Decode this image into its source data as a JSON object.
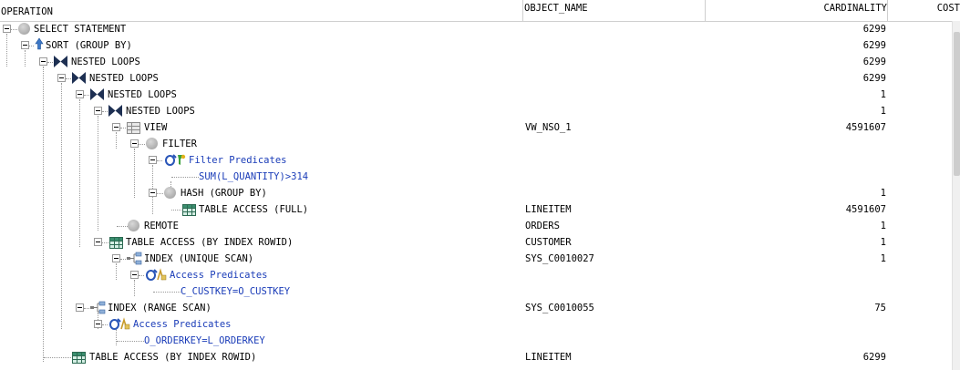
{
  "columns": {
    "operation": "OPERATION",
    "object_name": "OBJECT_NAME",
    "cardinality": "CARDINALITY",
    "cost": "COST"
  },
  "rows": [
    {
      "label": "SELECT STATEMENT",
      "icon": "circle-icon",
      "object": "",
      "cardinality": "6299"
    },
    {
      "label": "SORT (GROUP BY)",
      "icon": "sort-arrow-icon",
      "object": "",
      "cardinality": "6299"
    },
    {
      "label": "NESTED LOOPS",
      "icon": "nested-loops-icon",
      "object": "",
      "cardinality": "6299"
    },
    {
      "label": "NESTED LOOPS",
      "icon": "nested-loops-icon",
      "object": "",
      "cardinality": "6299"
    },
    {
      "label": "NESTED LOOPS",
      "icon": "nested-loops-icon",
      "object": "",
      "cardinality": "1"
    },
    {
      "label": "NESTED LOOPS",
      "icon": "nested-loops-icon",
      "object": "",
      "cardinality": "1"
    },
    {
      "label": "VIEW",
      "icon": "view-icon",
      "object": "VW_NSO_1",
      "cardinality": "4591607"
    },
    {
      "label": "FILTER",
      "icon": "circle-icon",
      "object": "",
      "cardinality": ""
    },
    {
      "label": "Filter Predicates",
      "icon": "filter-predicate-icon",
      "object": "",
      "cardinality": ""
    },
    {
      "label": "SUM(L_QUANTITY)>314",
      "icon": "",
      "object": "",
      "cardinality": ""
    },
    {
      "label": "HASH (GROUP BY)",
      "icon": "circle-icon",
      "object": "",
      "cardinality": "1"
    },
    {
      "label": "TABLE ACCESS (FULL)",
      "icon": "table-icon",
      "object": "LINEITEM",
      "cardinality": "4591607"
    },
    {
      "label": "REMOTE",
      "icon": "circle-icon",
      "object": "ORDERS",
      "cardinality": "1"
    },
    {
      "label": "TABLE ACCESS (BY INDEX ROWID)",
      "icon": "table-icon",
      "object": "CUSTOMER",
      "cardinality": "1"
    },
    {
      "label": "INDEX (UNIQUE SCAN)",
      "icon": "index-icon",
      "object": "SYS_C0010027",
      "cardinality": "1"
    },
    {
      "label": "Access Predicates",
      "icon": "access-predicate-icon",
      "object": "",
      "cardinality": ""
    },
    {
      "label": "C_CUSTKEY=O_CUSTKEY",
      "icon": "",
      "object": "",
      "cardinality": ""
    },
    {
      "label": "INDEX (RANGE SCAN)",
      "icon": "index-icon",
      "object": "SYS_C0010055",
      "cardinality": "75"
    },
    {
      "label": "Access Predicates",
      "icon": "access-predicate-icon",
      "object": "",
      "cardinality": ""
    },
    {
      "label": "O_ORDERKEY=L_ORDERKEY",
      "icon": "",
      "object": "",
      "cardinality": ""
    },
    {
      "label": "TABLE ACCESS (BY INDEX ROWID)",
      "icon": "table-icon",
      "object": "LINEITEM",
      "cardinality": "6299"
    }
  ],
  "colors": {
    "predicate_text": "#1a3cb8",
    "table_icon": "#2c6a52",
    "grid_line": "#cfcfcf"
  }
}
